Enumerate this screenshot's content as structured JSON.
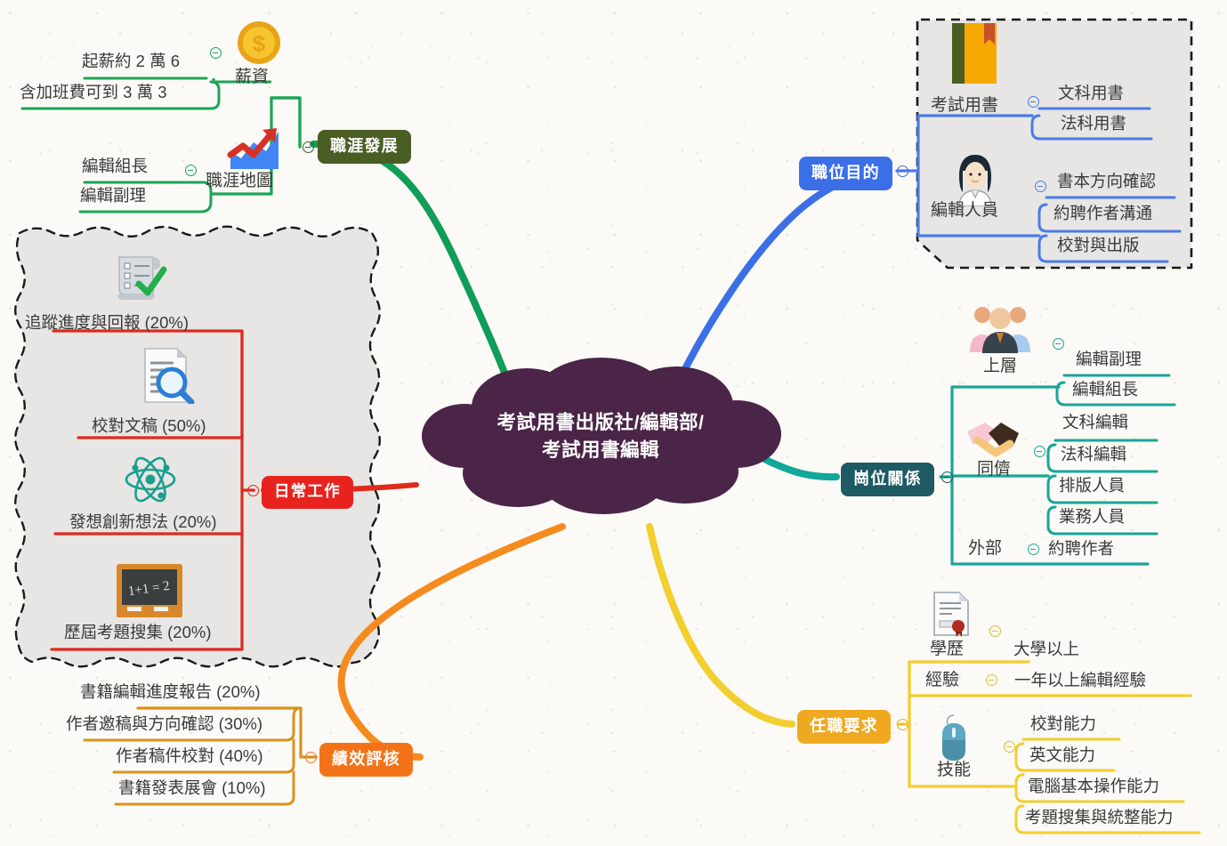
{
  "canvas": {
    "background": "#FBFAF6",
    "central": {
      "line1": "考試用書出版社/編輯部/",
      "line2": "考試用書編輯",
      "fill": "#4A2548"
    }
  },
  "branches": [
    {
      "id": "career",
      "label": "職涯發展",
      "color": "#4A5D23",
      "accent": "#1DA456",
      "children": [
        {
          "label": "薪資",
          "icon": "coin-icon",
          "leaves": [
            "起薪約 2 萬 6",
            "含加班費可到 3 萬 3"
          ]
        },
        {
          "label": "職涯地圖",
          "icon": "growth-chart-icon",
          "leaves": [
            "編輯組長",
            "編輯副理"
          ]
        }
      ]
    },
    {
      "id": "purpose",
      "label": "職位目的",
      "color": "#3B6FE8",
      "accent": "#4A7BE8",
      "children": [
        {
          "label": "考試用書",
          "icon": "book-icon",
          "leaves": [
            "文科用書",
            "法科用書"
          ]
        },
        {
          "label": "編輯人員",
          "icon": "woman-editor-icon",
          "leaves": [
            "書本方向確認",
            "約聘作者溝通",
            "校對與出版"
          ]
        }
      ]
    },
    {
      "id": "relations",
      "label": "崗位關係",
      "color": "#1D5A63",
      "accent": "#19A698",
      "children": [
        {
          "label": "上層",
          "icon": "people-group-icon",
          "leaves": [
            "編輯副理",
            "編輯組長"
          ]
        },
        {
          "label": "同儕",
          "icon": "handshake-icon",
          "leaves": [
            "文科編輯",
            "法科編輯",
            "排版人員",
            "業務人員"
          ]
        },
        {
          "label": "外部",
          "icon": "none",
          "leaves": [
            "約聘作者"
          ]
        }
      ]
    },
    {
      "id": "requirements",
      "label": "任職要求",
      "color": "#EFA921",
      "accent": "#F2CE2E",
      "children": [
        {
          "label": "學歷",
          "icon": "certificate-icon",
          "leaves": [
            "大學以上"
          ]
        },
        {
          "label": "經驗",
          "icon": "none",
          "leaves": [
            "一年以上編輯經驗"
          ]
        },
        {
          "label": "技能",
          "icon": "mouse-icon",
          "leaves": [
            "校對能力",
            "英文能力",
            "電腦基本操作能力",
            "考題搜集與統整能力"
          ]
        }
      ]
    },
    {
      "id": "performance",
      "label": "績效評核",
      "color": "#F47217",
      "accent": "#D99220",
      "children": [],
      "leaves": [
        "書籍編輯進度報告 (20%)",
        "作者邀稿與方向確認 (30%)",
        "作者稿件校對 (40%)",
        "書籍發表展會 (10%)"
      ]
    },
    {
      "id": "daily",
      "label": "日常工作",
      "color": "#E8231E",
      "accent": "#DE2B1C",
      "children": [],
      "leaves": [
        {
          "label": "追蹤進度與回報 (20%)",
          "icon": "checklist-icon"
        },
        {
          "label": "校對文稿 (50%)",
          "icon": "document-search-icon"
        },
        {
          "label": "發想創新想法 (20%)",
          "icon": "atom-icon"
        },
        {
          "label": "歷屆考題搜集 (20%)",
          "icon": "blackboard-icon"
        }
      ]
    }
  ],
  "boundaries": [
    {
      "id": "daily-boundary",
      "style": "wavy-dashed",
      "fill": "#E8E6E4"
    },
    {
      "id": "purpose-boundary",
      "style": "straight-dashed",
      "fill": "#E8E6E4"
    }
  ],
  "blackboard_text": "1+1 = 2"
}
